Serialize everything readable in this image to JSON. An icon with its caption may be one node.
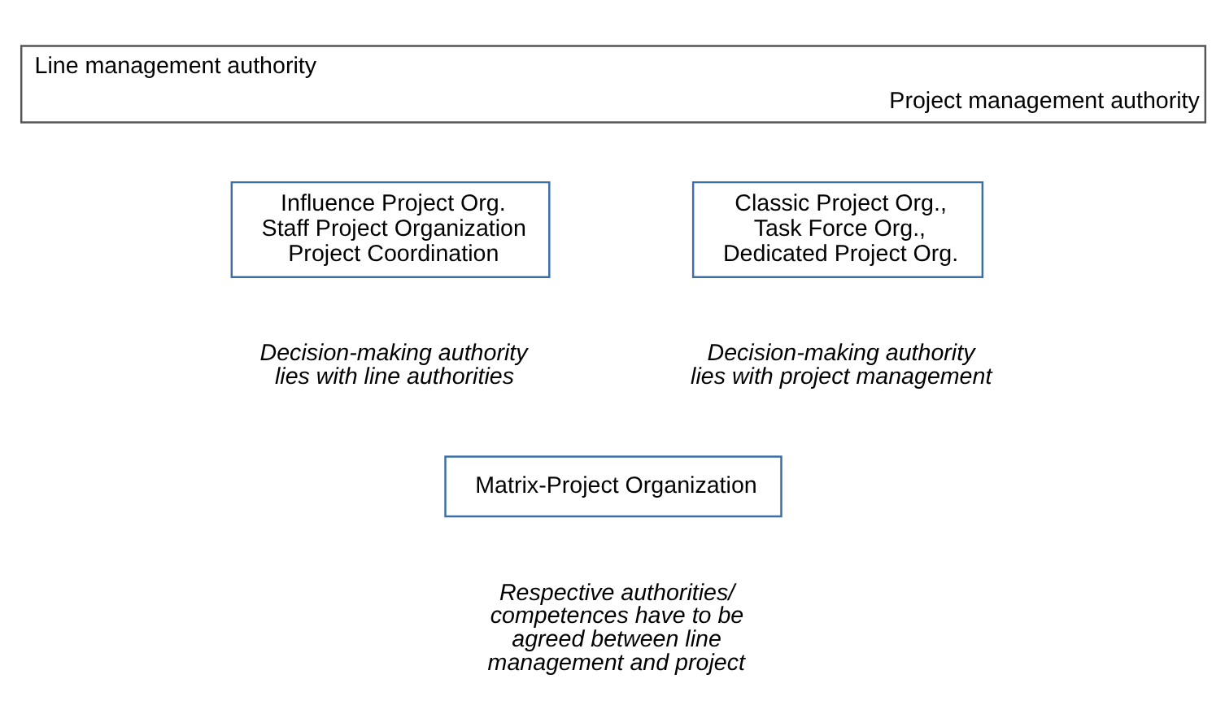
{
  "diagram": {
    "nodes": [
      {
        "text": [
          "Line management authority",
          "Project management authority"
        ]
      },
      {
        "text": [
          "Influence Project Org. Staff Project Organization Project Coordination"
        ],
        "beside": [
          "Decision-making authority lies with line authorities"
        ]
      },
      {
        "text": [
          "Classic Project Org., Task Force Org., Dedicated Project Org."
        ],
        "beside": [
          "Decision-making authority lies with project management"
        ]
      },
      {
        "text": [
          "Matrix-Project Organization"
        ],
        "beside": [
          "Respective authorities/ competences have to be agreed between line management and project"
        ]
      }
    ]
  }
}
